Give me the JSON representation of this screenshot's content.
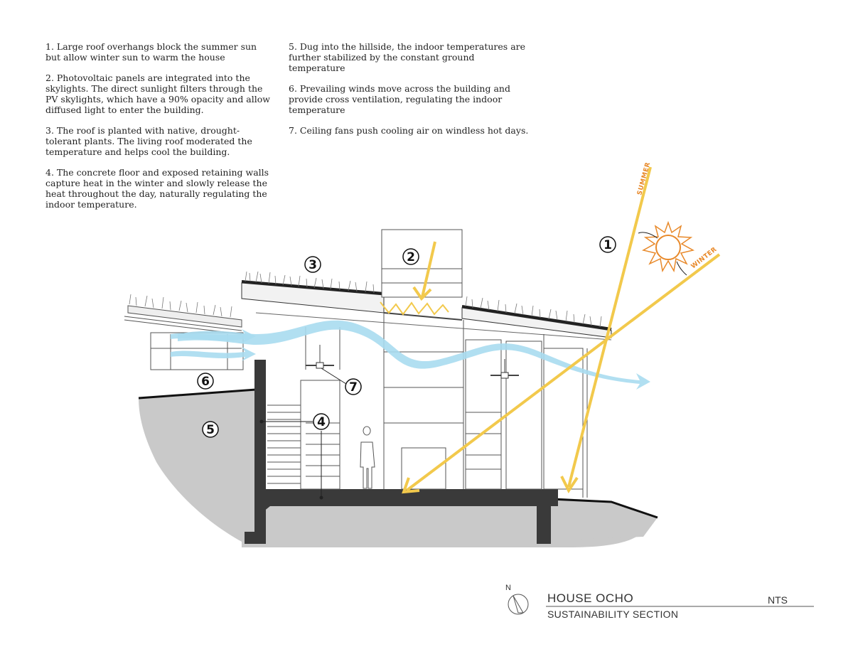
{
  "notes_left": [
    "1. Large roof overhangs block the summer sun but allow winter sun to warm the house",
    "2. Photovoltaic panels are integrated into the skylights.  The direct sunlight filters through the PV skylights, which have a 90% opacity and allow diffused light to enter the building.",
    "3. The roof is planted with native, drought-tolerant plants.  The living roof moderated the temperature and helps cool the building.",
    "4. The concrete floor and exposed retaining walls capture heat in the winter and slowly release the heat throughout the day, naturally regulating the indoor temperature."
  ],
  "notes_right": [
    "5. Dug into the hillside, the indoor temperatures are further stabilized by the constant ground temperature",
    "6. Prevailing winds move across the building and provide cross ventilation, regulating the indoor temperature",
    "7. Ceiling fans push cooling air on windless hot days."
  ],
  "callouts": [
    "1",
    "2",
    "3",
    "4",
    "5",
    "6",
    "7"
  ],
  "sun_labels": {
    "summer": "SUMMER",
    "winter": "WINTER"
  },
  "title_block": {
    "north": "N",
    "title": "HOUSE OCHO",
    "subtitle": "SUSTAINABILITY SECTION",
    "scale": "NTS"
  },
  "colors": {
    "sun_ray": "#f2c94c",
    "sun": "#e8892a",
    "wind": "#a8dcf0",
    "ground": "#c8c8c8",
    "concrete": "#3a3a3a"
  }
}
